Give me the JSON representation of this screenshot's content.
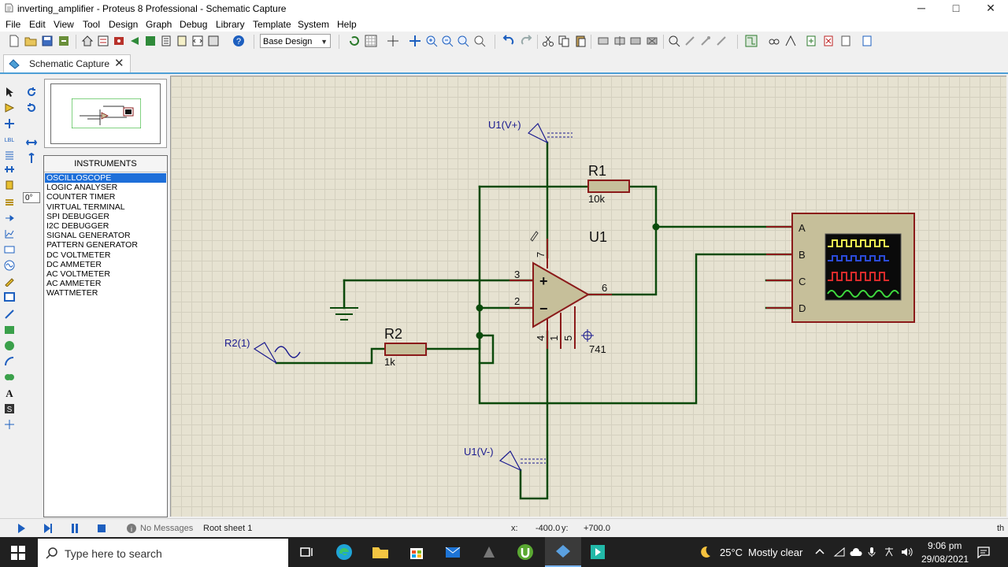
{
  "window": {
    "title": "inverting_amplifier - Proteus 8 Professional - Schematic Capture",
    "minimize": "─",
    "maximize": "□",
    "close": "✕"
  },
  "menu": [
    "File",
    "Edit",
    "View",
    "Tool",
    "Design",
    "Graph",
    "Debug",
    "Library",
    "Template",
    "System",
    "Help"
  ],
  "toolbar": {
    "design_select": "Base Design"
  },
  "tab": {
    "label": "Schematic Capture",
    "close": "✕"
  },
  "left_panel": {
    "rotation_value": "0°",
    "instruments_header": "INSTRUMENTS",
    "instruments": [
      "OSCILLOSCOPE",
      "LOGIC ANALYSER",
      "COUNTER TIMER",
      "VIRTUAL TERMINAL",
      "SPI DEBUGGER",
      "I2C DEBUGGER",
      "SIGNAL GENERATOR",
      "PATTERN GENERATOR",
      "DC VOLTMETER",
      "DC AMMETER",
      "AC VOLTMETER",
      "AC AMMETER",
      "WATTMETER"
    ],
    "selected_index": 0
  },
  "schematic": {
    "vplus_label": "U1(V+)",
    "vminus_label": "U1(V-)",
    "source_label": "R2(1)",
    "r1_ref": "R1",
    "r1_value": "10k",
    "r2_ref": "R2",
    "r2_value": "1k",
    "opamp_ref": "U1",
    "opamp_part": "741",
    "pin_3": "3",
    "pin_2": "2",
    "pin_6": "6",
    "pin_7": "7",
    "pin_4": "4",
    "pin_1": "1",
    "pin_5": "5",
    "plus_sign": "+",
    "minus_sign": "−",
    "scope_channels": [
      "A",
      "B",
      "C",
      "D"
    ],
    "colors": {
      "wire": "#0b4a0b",
      "component": "#8b1a1a",
      "component_fill": "#c6bf9a",
      "label": "#1b1b8f"
    }
  },
  "status": {
    "messages": "No Messages",
    "sheet": "Root sheet 1",
    "x_label": "x:",
    "x_value": "-400.0",
    "y_label": "y:",
    "y_value": "+700.0",
    "units": "th"
  },
  "taskbar": {
    "search_placeholder": "Type here to search",
    "weather_temp": "25°C",
    "weather_text": "Mostly clear",
    "time": "9:06 pm",
    "date": "29/08/2021"
  }
}
